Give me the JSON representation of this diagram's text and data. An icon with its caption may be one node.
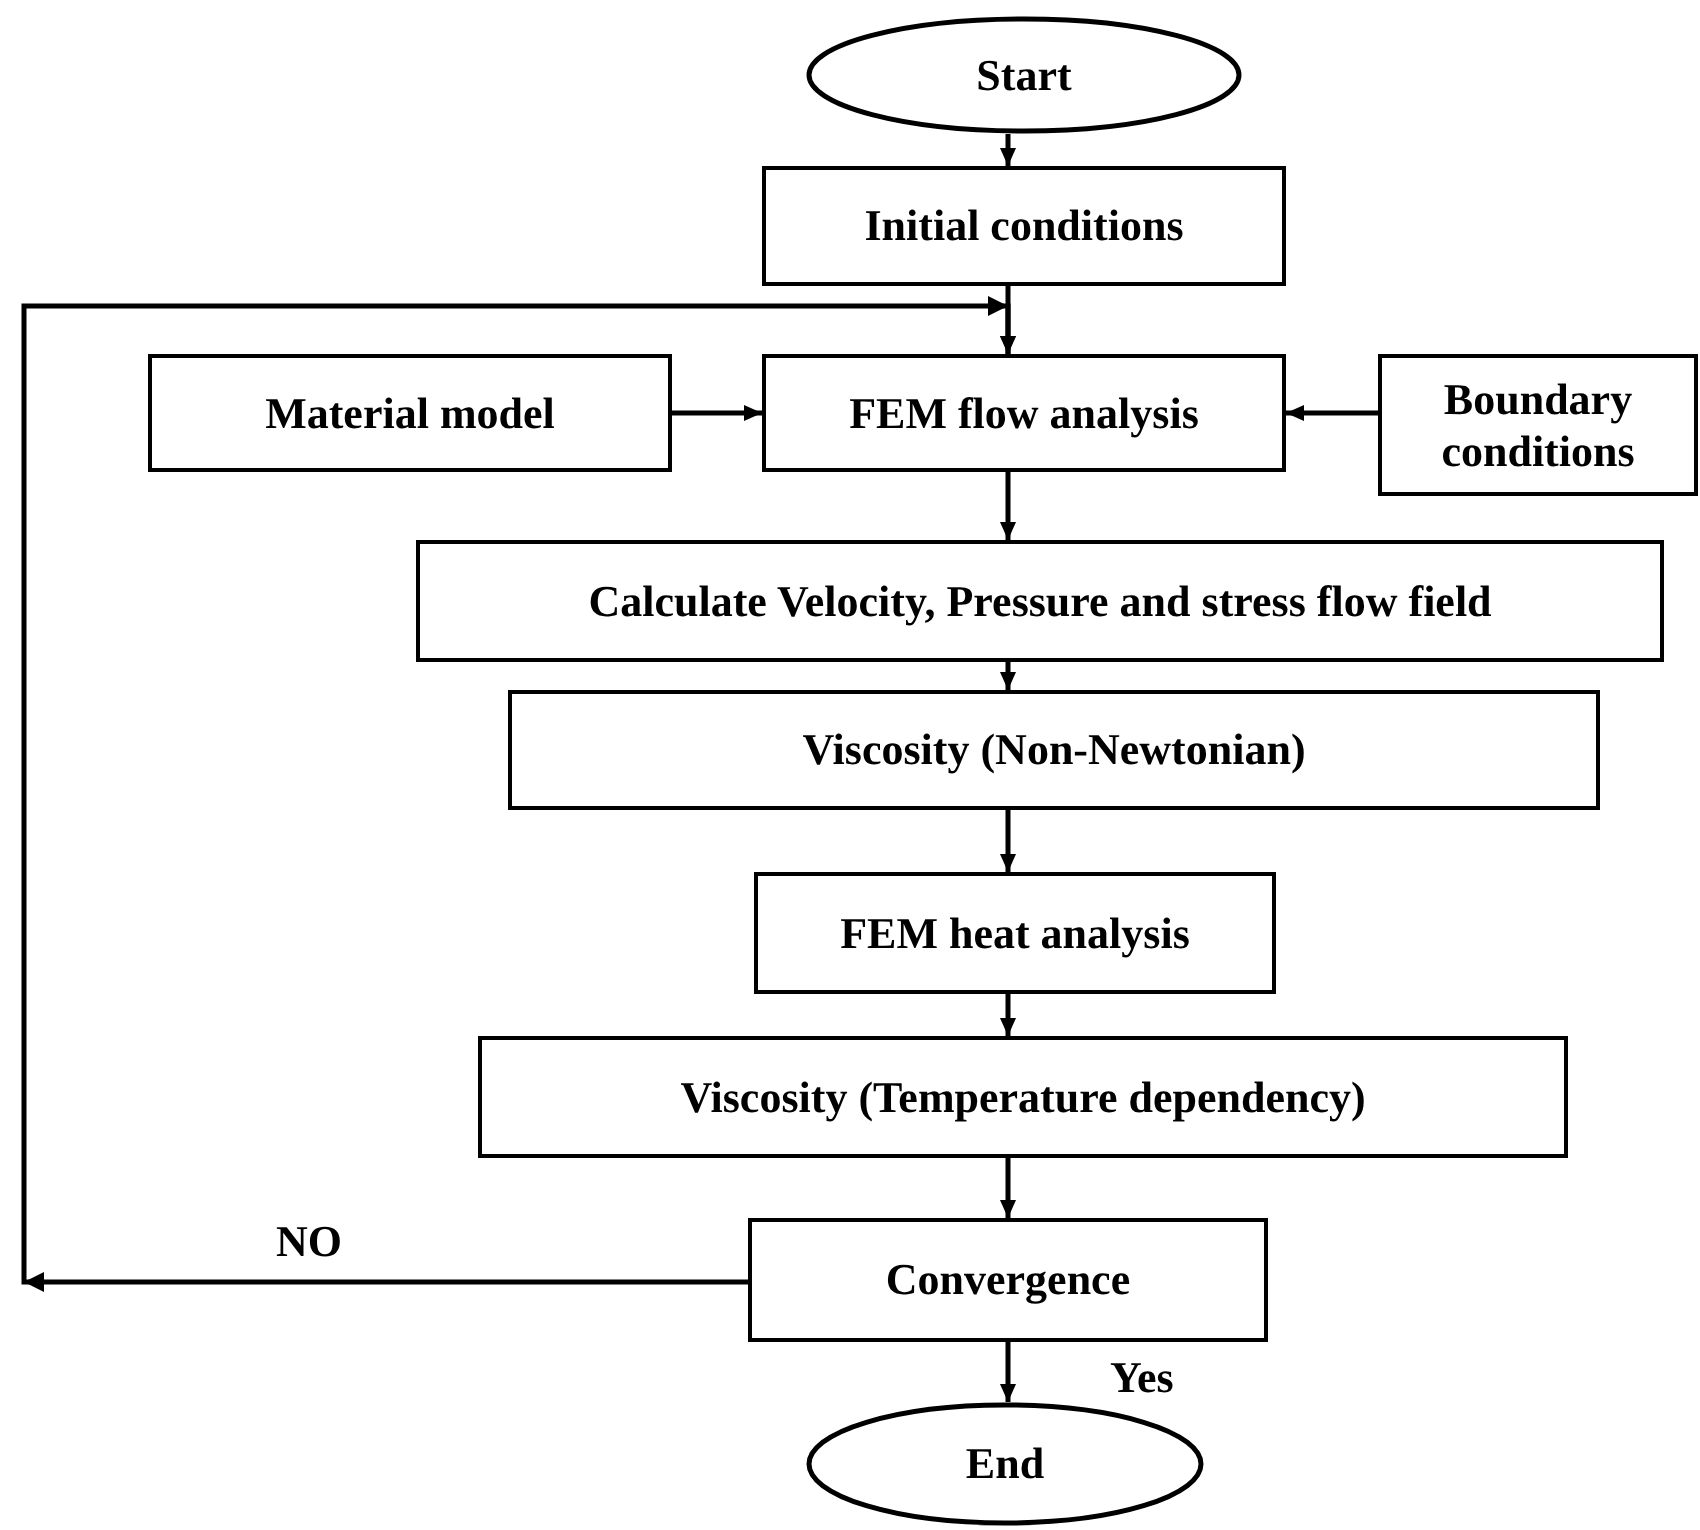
{
  "diagram": {
    "nodes": [
      {
        "text": [
          "Start"
        ]
      },
      {
        "text": [
          "Initial conditions"
        ]
      },
      {
        "text": [
          "FEM flow analysis"
        ]
      },
      {
        "text": [
          "Material model"
        ]
      },
      {
        "text": [
          "Boundary conditions"
        ]
      },
      {
        "text": [
          "Calculate Velocity, Pressure and stress flow field"
        ]
      },
      {
        "text": [
          "Viscosity (Non-Newtonian)"
        ]
      },
      {
        "text": [
          "FEM heat analysis"
        ]
      },
      {
        "text": [
          "Viscosity (Temperature dependency)"
        ]
      },
      {
        "text": [
          "Convergence"
        ]
      },
      {
        "text": [
          "End"
        ]
      }
    ],
    "edges": [
      {
        "from": 0,
        "to": 1,
        "arrow": "to"
      },
      {
        "from": 1,
        "to": 2,
        "arrow": "to"
      },
      {
        "from": 3,
        "to": 2,
        "arrow": "to"
      },
      {
        "from": 4,
        "to": 2,
        "arrow": "to"
      },
      {
        "from": 2,
        "to": 5,
        "arrow": "to"
      },
      {
        "from": 5,
        "to": 6,
        "arrow": "to"
      },
      {
        "from": 6,
        "to": 7,
        "arrow": "to"
      },
      {
        "from": 7,
        "to": 8,
        "arrow": "to"
      },
      {
        "from": 8,
        "to": 9,
        "arrow": "to"
      },
      {
        "from": 9,
        "to": 10,
        "arrow": "to",
        "label": "Yes"
      },
      {
        "from": 9,
        "to": 2,
        "arrow": "to",
        "label": "NO"
      }
    ]
  }
}
